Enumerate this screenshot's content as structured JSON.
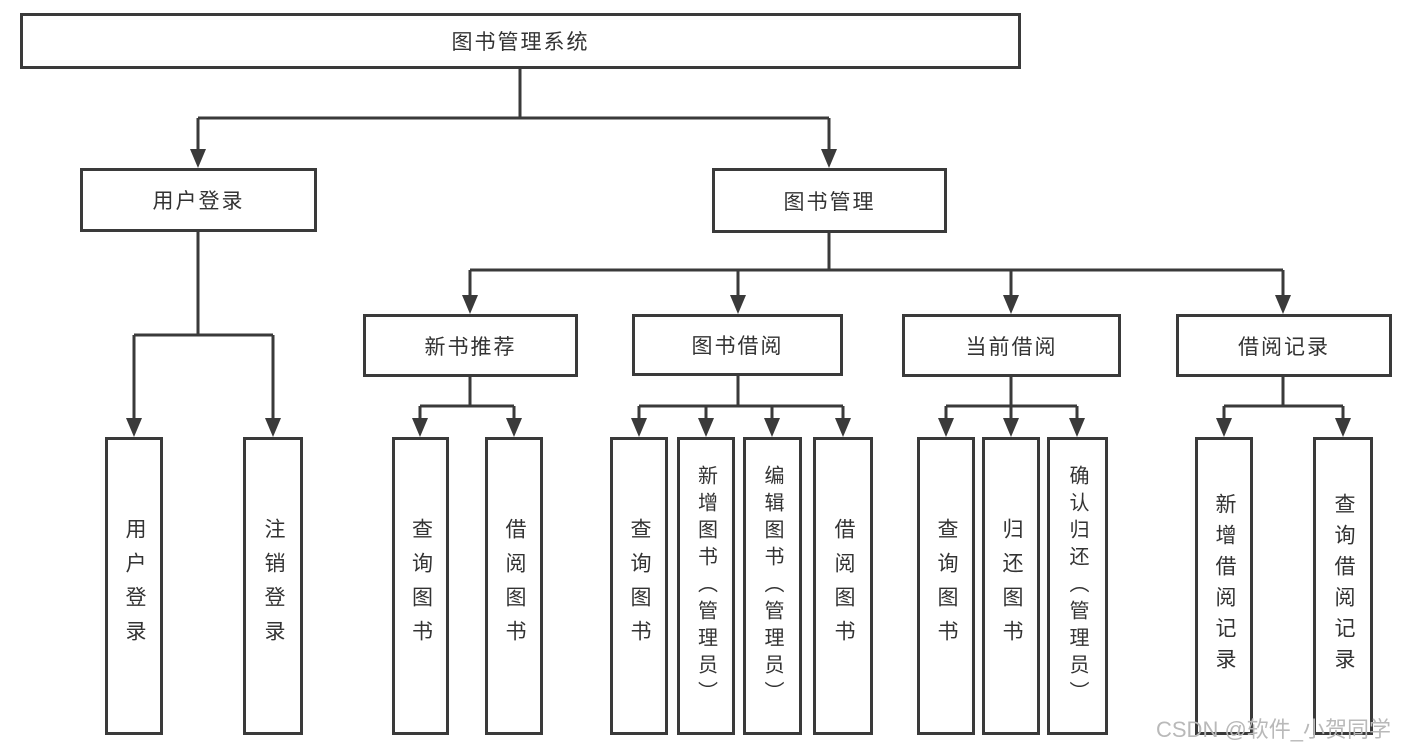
{
  "colors": {
    "line": "#3a3a3a",
    "box_border": "#3a3a3a",
    "box_background": "#ffffff",
    "text": "#333333",
    "watermark": "#b9b9b9"
  },
  "watermark": {
    "text": "CSDN @软件_小贺同学"
  },
  "tree": {
    "root": {
      "label": "图书管理系统"
    },
    "children": [
      {
        "label": "用户登录",
        "children": [
          {
            "label": "用户登录"
          },
          {
            "label": "注销登录"
          }
        ]
      },
      {
        "label": "图书管理",
        "children": [
          {
            "label": "新书推荐",
            "children": [
              {
                "label": "查询图书"
              },
              {
                "label": "借阅图书"
              }
            ]
          },
          {
            "label": "图书借阅",
            "children": [
              {
                "label": "查询图书"
              },
              {
                "label": "新增图书（管理员）"
              },
              {
                "label": "编辑图书（管理员）"
              },
              {
                "label": "借阅图书"
              }
            ]
          },
          {
            "label": "当前借阅",
            "children": [
              {
                "label": "查询图书"
              },
              {
                "label": "归还图书"
              },
              {
                "label": "确认归还（管理员）"
              }
            ]
          },
          {
            "label": "借阅记录",
            "children": [
              {
                "label": "新增借阅记录"
              },
              {
                "label": "查询借阅记录"
              }
            ]
          }
        ]
      }
    ]
  }
}
